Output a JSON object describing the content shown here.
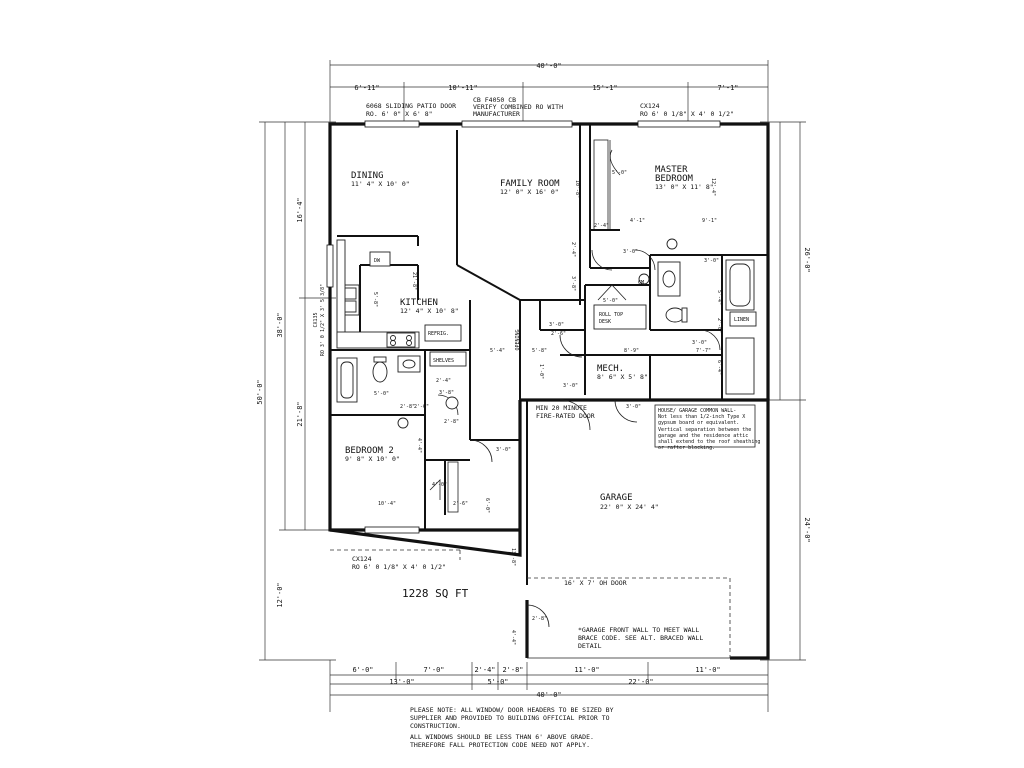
{
  "overall": {
    "top_width": "40'-0\"",
    "bottom_width": "40'-0\"",
    "left_height": "50'-0\"",
    "left_upper": "38'-0\"",
    "left_lower": "12'-0\"",
    "right_upper": "26'-0\"",
    "right_lower": "24'-0\""
  },
  "top_segments": [
    "6'-11\"",
    "10'-11\"",
    "15'-1\"",
    "7'-1\""
  ],
  "bottom_segments": [
    "6'-0\"",
    "7'-0\"",
    "2'-4\"",
    "2'-8\"",
    "11'-0\"",
    "11'-0\""
  ],
  "bottom_segments_2": [
    "13'-0\"",
    "5'-0\"",
    "22'-0\""
  ],
  "left_segments": [
    "16'-4\"",
    "21'-8\""
  ],
  "top_notes": {
    "patio_door_1": "6068 SLIDING PATIO DOOR",
    "patio_door_2": "RO. 6' 0\" X 6' 8\"",
    "cb_1": "CB F4050 CB",
    "cb_2": "VERIFY COMBINED RO WITH",
    "cb_3": "MANUFACTURER",
    "cx_1": "CX124",
    "cx_2": "RO 6' 0 1/8\" X 4' 0 1/2\""
  },
  "rooms": {
    "dining": {
      "name": "DINING",
      "size": "11' 4\" X 10' 0\""
    },
    "family": {
      "name": "FAMILY ROOM",
      "size": "12' 0\" X 16' 0\""
    },
    "master": {
      "name": "MASTER",
      "name2": "BEDROOM",
      "size": "13' 0\" X 11' 8\""
    },
    "kitchen": {
      "name": "KITCHEN",
      "size": "12' 4\" X 10' 8\""
    },
    "bedroom2": {
      "name": "BEDROOM 2",
      "size": "9' 8\" X 10' 0\""
    },
    "mech": {
      "name": "MECH.",
      "size": "8' 6\" X 5' 8\""
    },
    "garage": {
      "name": "GARAGE",
      "size": "22' 0\" X 24' 4\""
    }
  },
  "labels": {
    "dw": "DW",
    "refrig": "REFRIG.",
    "shelves": "SHELVES",
    "linen": "LINEN",
    "roll_top_1": "ROLL TOP",
    "roll_top_2": "DESK",
    "opening": "OPENING",
    "cm": "CM",
    "fire_1": "MIN 20 MINUTE",
    "fire_2": "FIRE-RATED DOOR",
    "oh_door": "16' X 7' OH DOOR",
    "garage_note_1": "*GARAGE FRONT WALL TO MEET WALL",
    "garage_note_2": "BRACE CODE.  SEE ALT. BRACED WALL",
    "garage_note_3": "DETAIL",
    "sqft": "1228 SQ FT",
    "left_window_1": "CX135",
    "left_window_2": "RO 3' 0 1/2\" X 3' 5 3/8\"",
    "bottom_window_1": "CX124",
    "bottom_window_2": "RO 6' 0 1/8\" X 4' 0 1/2\""
  },
  "interior_dims": {
    "d_10_8": "10'-8\"",
    "d_12_4": "12'-4\"",
    "d_2_4_a": "2'-4\"",
    "d_4_1": "4'-1\"",
    "d_9_1": "9'-1\"",
    "d_2_4_b": "2'-4\"",
    "d_3_8": "3'-8\"",
    "d_21_8": "21'-8\"",
    "d_5_8a": "5'-8\"",
    "d_5_4": "5'-4\"",
    "d_5_0a": "5'-0\"",
    "d_5_0b": "5'-0\"",
    "d_5_0c": "5'-0\"",
    "d_3_0a": "3'-0\"",
    "d_3_0b": "3'-0\"",
    "d_3_0c": "3'-0\"",
    "d_3_0d": "3'-0\"",
    "d_3_0e": "3'-0\"",
    "d_3_0f": "3'-0\"",
    "d_3_0g": "3'-0\"",
    "d_2_6a": "2'-6\"",
    "d_5_8b": "5'-8\"",
    "d_1_0": "1'-0\"",
    "d_8_9": "8'-9\"",
    "d_7_7": "7'-7\"",
    "d_6_4": "6'-4\"",
    "d_2_6b": "2'-6\"",
    "d_5_4b": "5'-4\"",
    "d_2_4c": "2'-4\"",
    "d_3_8b": "3'-8\"",
    "d_5_0d": "5'-0\"",
    "d_2_8a": "2'-8\"",
    "d_2_6c": "2'-6\"",
    "d_2_8b": "2'-8\"",
    "d_4_4": "4'-4\"",
    "d_10_4": "10'-4\"",
    "d_4_0": "4'-0\"",
    "d_2_6d": "2'-6\"",
    "d_6_0": "6'-0\"",
    "d_13_8": "13'-8\"",
    "d_4_4b": "4'-4\"",
    "d_2_8c": "2'-8\""
  },
  "common_wall": {
    "l1": "HOUSE/ GARAGE COMMON WALL-",
    "l2": "Not less than 1/2-inch Type X",
    "l3": "gypsum board or equivalent.",
    "l4": "Vertical separation between the",
    "l5": "garage and the residence attic",
    "l6": "shall extend to the roof sheathing",
    "l7": "or rafter blocking."
  },
  "notes": {
    "n1": "PLEASE NOTE:  ALL WINDOW/ DOOR HEADERS TO BE SIZED BY",
    "n2": "SUPPLIER AND PROVIDED TO BUILDING OFFICIAL PRIOR TO",
    "n3": "CONSTRUCTION.",
    "n4": "ALL WINDOWS SHOULD BE LESS THAN 6' ABOVE GRADE.",
    "n5": "THEREFORE FALL PROTECTION CODE NEED NOT APPLY."
  }
}
